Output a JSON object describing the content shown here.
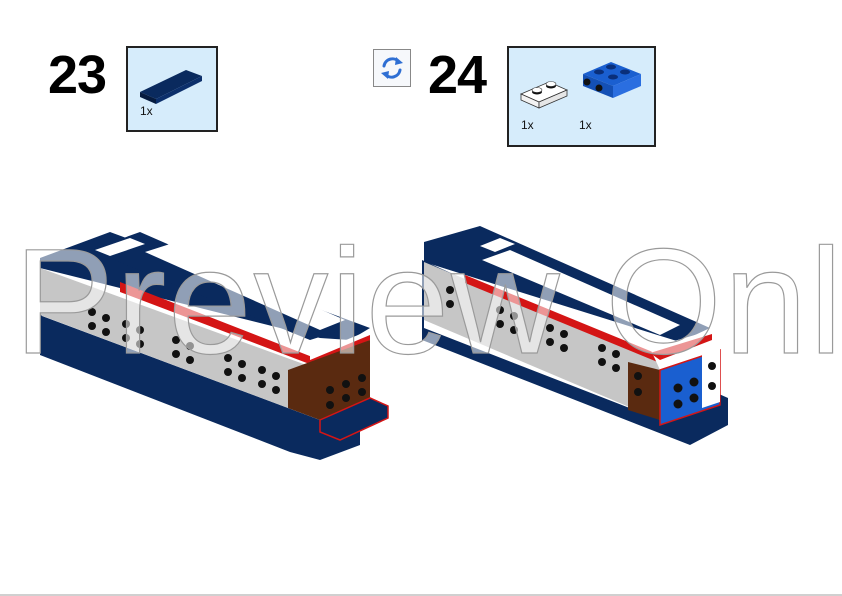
{
  "steps": [
    {
      "number": "23",
      "parts": [
        {
          "name": "dark blue 1x4 tile",
          "qty": "1x",
          "color": "#0a2a5e"
        }
      ]
    },
    {
      "number": "24",
      "rotate_icon": "rotate-model-icon",
      "parts": [
        {
          "name": "white 1x2 plate",
          "qty": "1x",
          "color": "#ffffff"
        },
        {
          "name": "blue 2x2 bracket plate",
          "qty": "1x",
          "color": "#1a5fd0"
        }
      ]
    }
  ],
  "watermark": "Preview Only",
  "colors": {
    "parts_bg": "#d6ecfb",
    "dark_blue": "#0a2a5e",
    "light_gray": "#c6c6c6",
    "red": "#d41515",
    "brown": "#5a2a10",
    "blue": "#1a5fd0"
  }
}
